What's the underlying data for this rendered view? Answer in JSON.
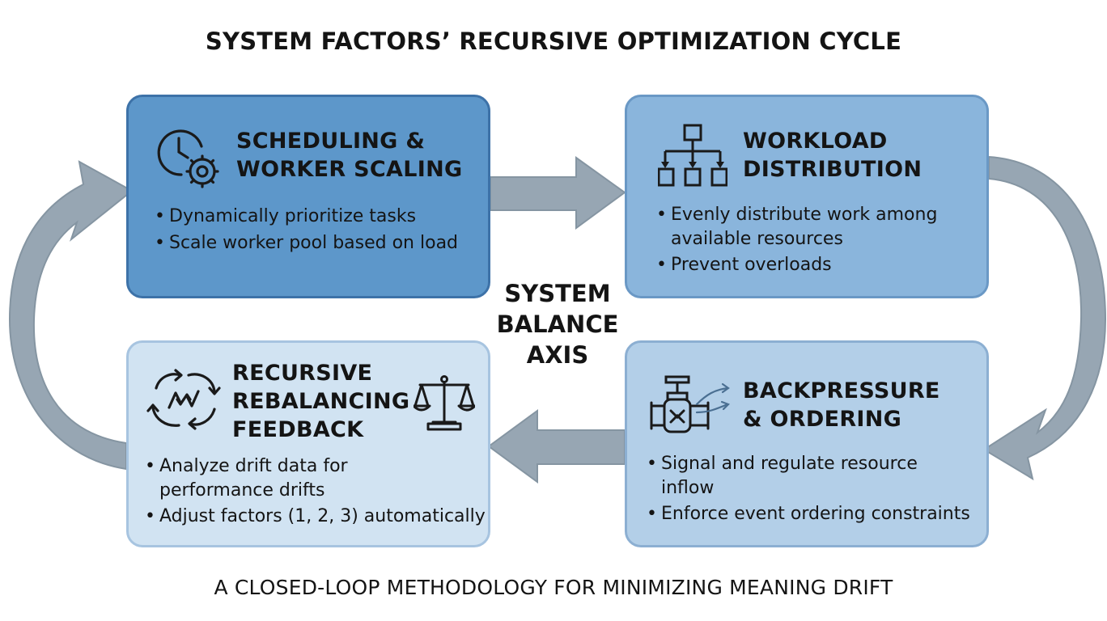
{
  "title": "SYSTEM FACTORS’ RECURSIVE OPTIMIZATION CYCLE",
  "center_label": {
    "lines": [
      "SYSTEM",
      "BALANCE",
      "AXIS"
    ]
  },
  "footer": "A CLOSED-LOOP METHODOLOGY FOR MINIMIZING MEANING DRIFT",
  "stages": [
    {
      "heading": [
        "SCHEDULING &",
        "WORKER SCALING"
      ],
      "icon": "clock-gear-icon",
      "bullets": [
        "Dynamically prioritize tasks",
        "Scale worker pool based on load"
      ]
    },
    {
      "heading": [
        "WORKLOAD",
        "DISTRIBUTION"
      ],
      "icon": "hierarchy-icon",
      "bullets": [
        "Evenly distribute work among",
        "available resources",
        "Prevent overloads"
      ]
    },
    {
      "heading": [
        "BACKPRESSURE",
        "& ORDERING"
      ],
      "icon": "valve-icon",
      "bullets": [
        "Signal and regulate resource",
        "inflow",
        "Enforce event ordering constraints"
      ]
    },
    {
      "heading": [
        "RECURSIVE",
        "REBALANCING",
        "FEEDBACK"
      ],
      "icon": "cycle-arrows-icon",
      "secondary_icon": "balance-scale-icon",
      "bullets": [
        "Analyze drift data for",
        "performance drifts",
        "Adjust factors (1, 2, 3) automatically"
      ]
    }
  ],
  "colors": {
    "stage_1": "#5d97ca",
    "stage_2": "#8ab5dc",
    "stage_3": "#b3cfe8",
    "stage_4": "#d1e3f2",
    "arrow": "#97a6b3"
  }
}
